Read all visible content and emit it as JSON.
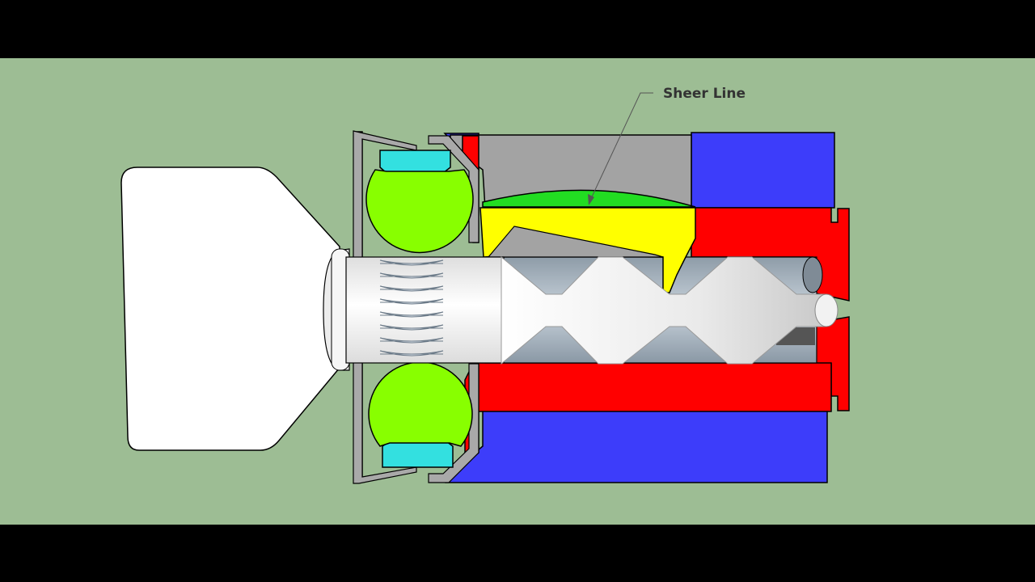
{
  "annotation": {
    "label": "Sheer Line"
  },
  "colors": {
    "letterbox": "#000000",
    "background": "#9dbd94",
    "housing_blue": "#3d3dfa",
    "housing_red": "#ff0000",
    "housing_gray": "#a3a3a3",
    "ball_bearing": "#88ff00",
    "bearing_race": "#33e0e0",
    "lever": "#ffff00",
    "sheer_pad": "#22dd22",
    "key": "#ffffff"
  },
  "parts": [
    "key-bow",
    "key-shaft",
    "ball-bearing",
    "bearing-race",
    "housing-sleeve",
    "housing-plug",
    "lever",
    "sheer-line-pad"
  ]
}
